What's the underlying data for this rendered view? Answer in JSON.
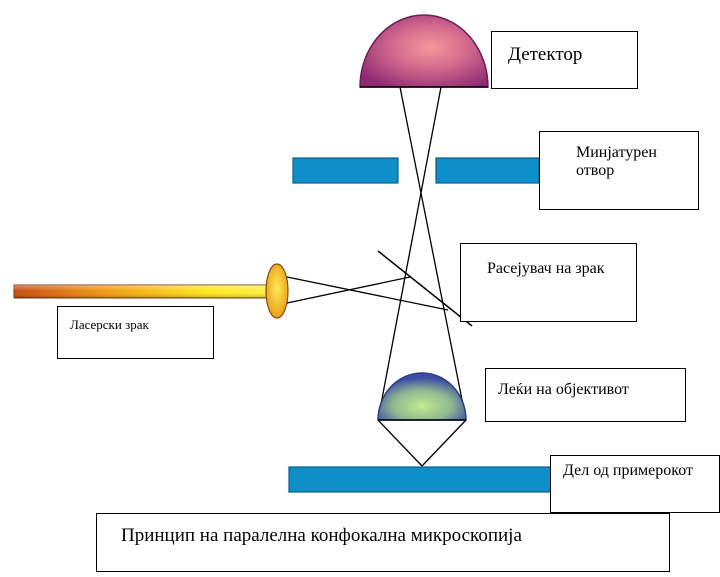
{
  "labels": {
    "detector": "Детектор",
    "pinhole": "Минјатурен\nотвор",
    "beam_splitter": "Расејувач на зрак",
    "laser_beam": "Ласерски зрак",
    "objective_lens": "Леќи на објективот",
    "specimen": "Дел од примерокот",
    "caption": "Принцип на паралелна конфокална микроскопија"
  },
  "colors": {
    "detector_fill": "#a0357a",
    "detector_highlight": "#f08a8a",
    "plate_fill": "#0e8fc9",
    "plate_stroke": "#0a5d85",
    "lens_top": "#3b52a8",
    "lens_center": "#b8e08a",
    "laser_core": "#ffe600",
    "laser_edge": "#c83c00",
    "ray_color": "#000000"
  }
}
